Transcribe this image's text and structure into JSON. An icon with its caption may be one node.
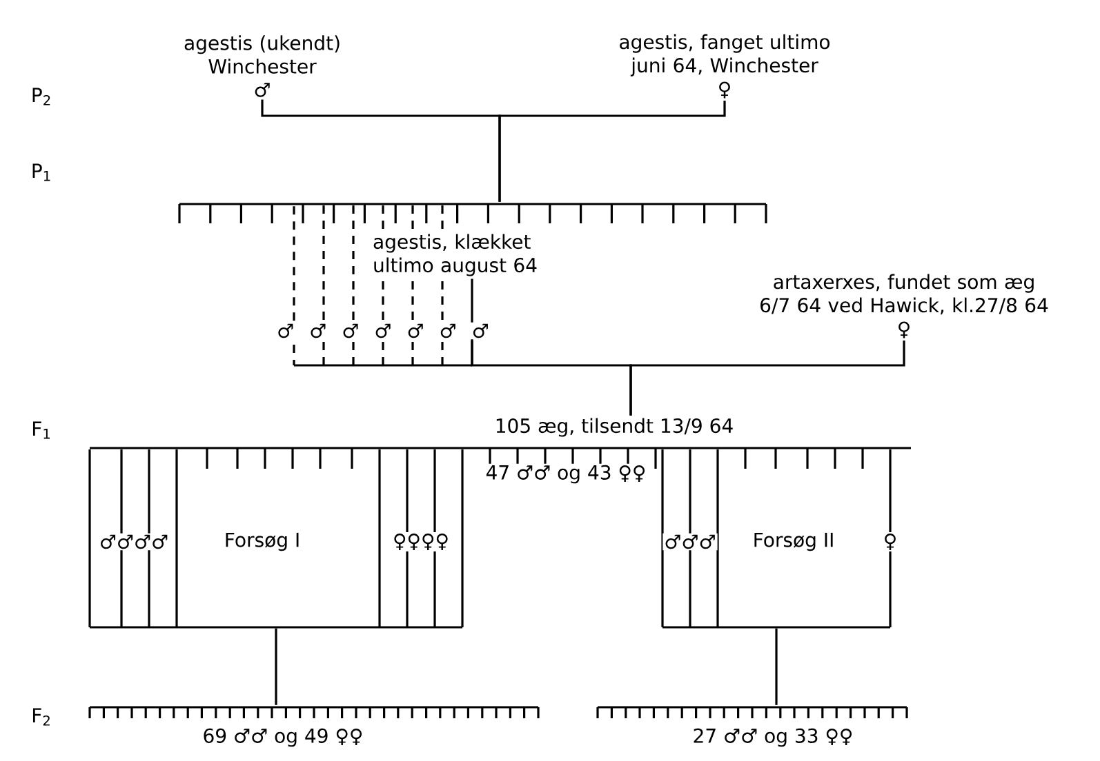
{
  "diagram": {
    "nodes": [
      {
        "text": [
          "agestis (ukendt) Winchester",
          "♂"
        ]
      },
      {
        "text": [
          "agestis, fanget ultimo juni 64, Winchester",
          "♀"
        ]
      },
      {
        "text": [],
        "shape": "bar"
      },
      {
        "text": [
          "agestis, klækket ultimo august 64",
          "♂ ♂ ♂ ♂ ♂ ♂ ♂"
        ]
      },
      {
        "text": [
          "artaxerxes, fundet som æg 6/7 64 ved Hawick, kl.27/8 64",
          "♀"
        ]
      },
      {
        "text": [
          "105 æg, tilsendt 13/9 64",
          "47 ♂♂ og 43 ♀♀"
        ]
      },
      {
        "text": [
          "♂♂♂♂",
          "Forsøg I",
          "♀♀♀♀"
        ]
      },
      {
        "text": [
          "♂♂♂",
          "Forsøg II",
          "♀"
        ]
      },
      {
        "text": [
          "69 ♂♂ og 49 ♀♀"
        ]
      },
      {
        "text": [
          "27 ♂♂ og 33 ♀♀"
        ]
      }
    ],
    "edges": [
      {
        "from": 0,
        "to": 2,
        "arrow": "none"
      },
      {
        "from": 1,
        "to": 2,
        "arrow": "none"
      },
      {
        "from": 2,
        "to": 3,
        "arrow": "none",
        "style": "dashed"
      },
      {
        "from": 3,
        "to": 5,
        "arrow": "none"
      },
      {
        "from": 4,
        "to": 5,
        "arrow": "none"
      },
      {
        "from": 6,
        "to": 8,
        "arrow": "none"
      },
      {
        "from": 7,
        "to": 9,
        "arrow": "none"
      }
    ],
    "labels": [
      "P$_{2}$",
      "P$_{1}$",
      "F$_{1}$",
      "F$_{2}$"
    ]
  }
}
